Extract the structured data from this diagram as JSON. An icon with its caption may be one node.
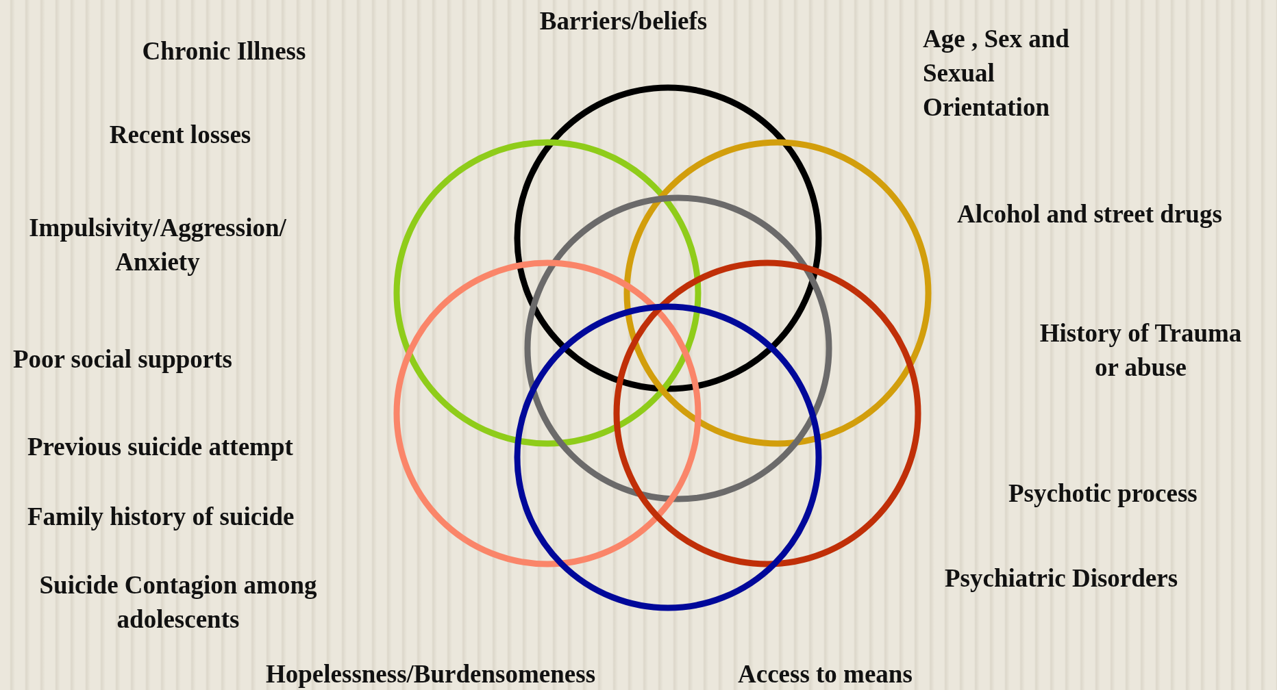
{
  "diagram": {
    "labels": [
      "Barriers/beliefs",
      "Chronic Illness",
      "Age , Sex and Sexual Orientation",
      "Recent losses",
      "Alcohol and street drugs",
      "Impulsivity/Aggression/ Anxiety",
      "History of Trauma or abuse",
      "Poor social supports",
      "Previous suicide attempt",
      "Psychotic process",
      "Family history of suicide",
      "Psychiatric Disorders",
      "Suicide Contagion among adolescents",
      "Hopelessness/Burdensomeness",
      "Access to means"
    ]
  }
}
